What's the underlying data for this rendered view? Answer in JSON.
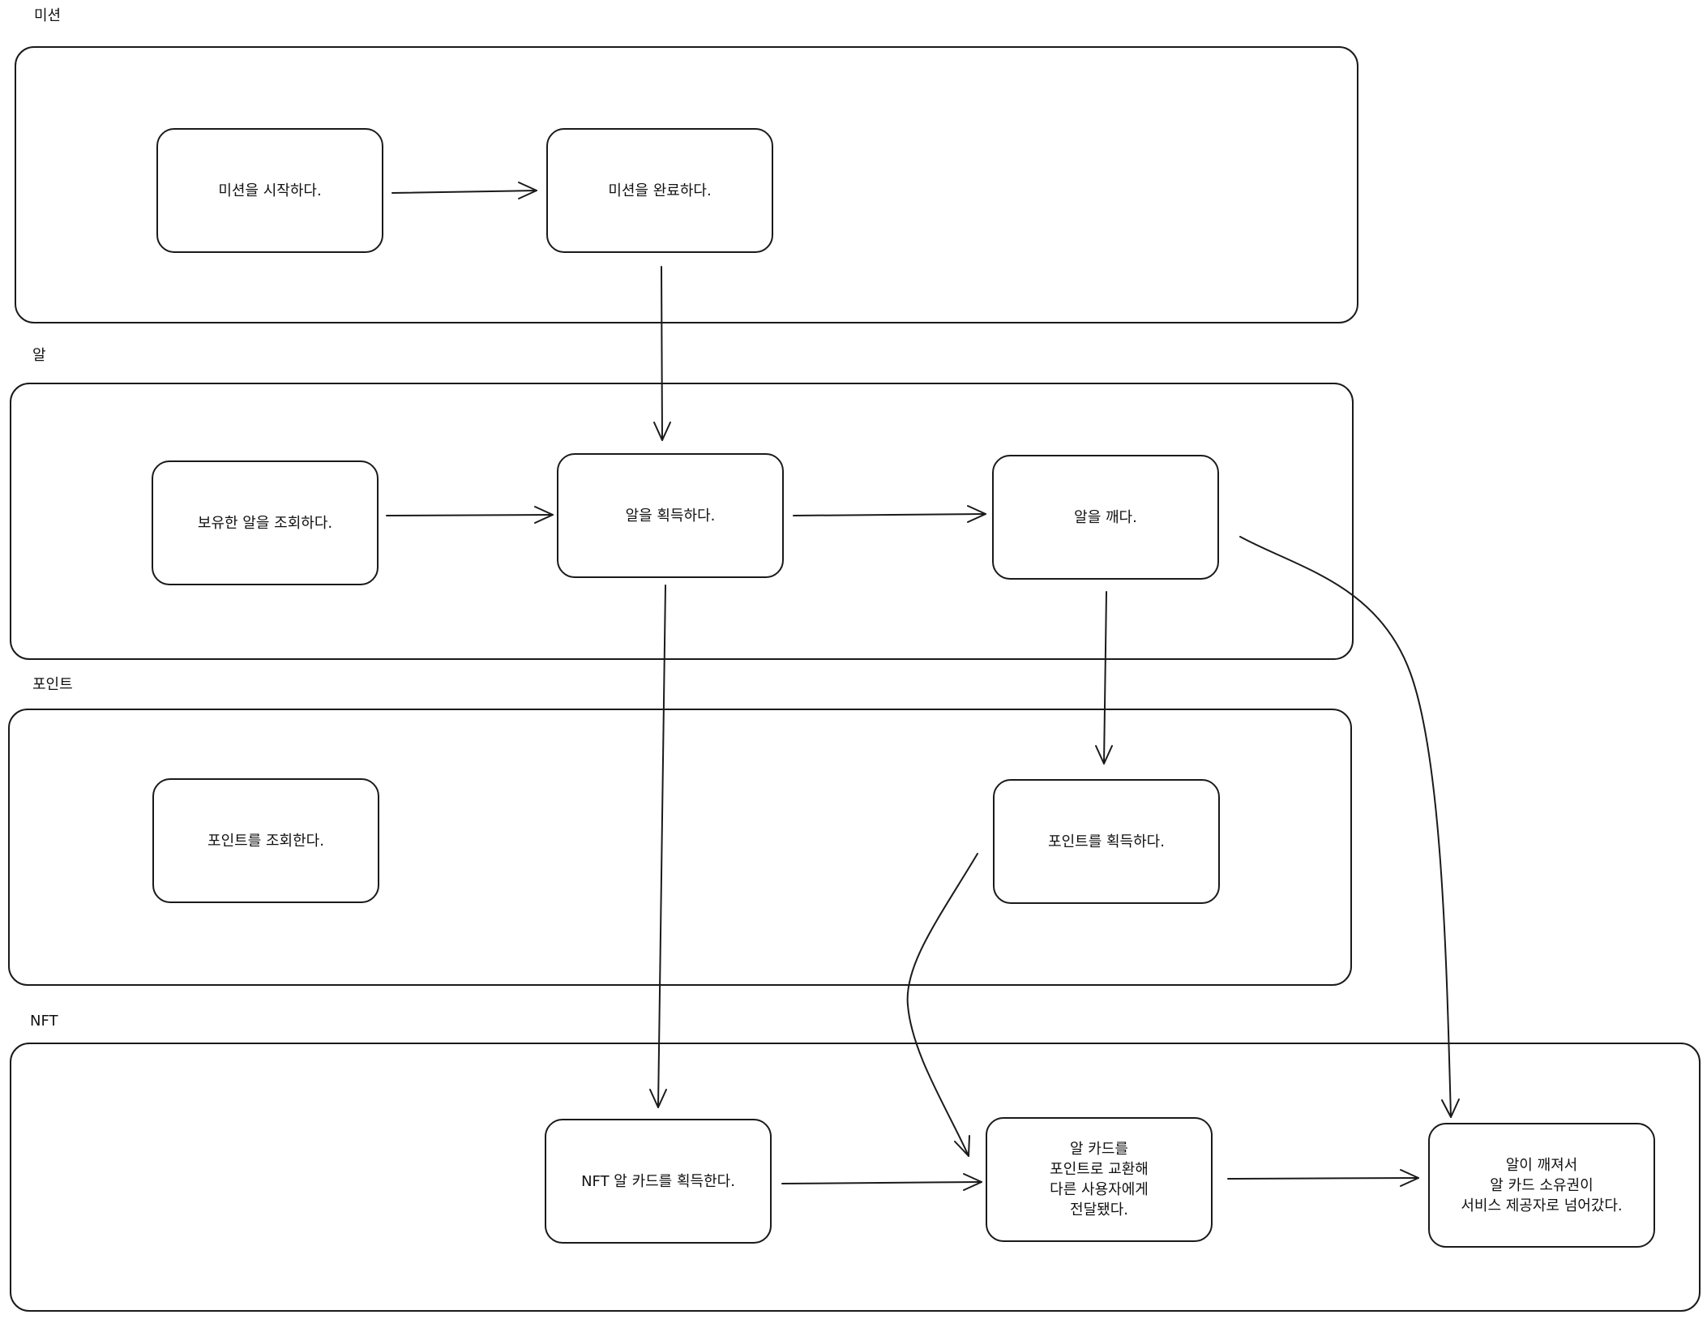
{
  "lanes": {
    "mission": {
      "label": "미션"
    },
    "egg": {
      "label": "알"
    },
    "point": {
      "label": "포인트"
    },
    "nft": {
      "label": "NFT"
    }
  },
  "nodes": {
    "start_mission": "미션을 시작하다.",
    "complete_mission": "미션을 완료하다.",
    "view_eggs": "보유한 알을 조회하다.",
    "acquire_egg": "알을 획득하다.",
    "hatch_egg": "알을 깨다.",
    "view_points": "포인트를 조회한다.",
    "acquire_points": "포인트를 획득하다.",
    "acquire_nft_card": "NFT 알 카드를 획득한다.",
    "card_transferred": "알 카드를\n포인트로 교환해\n다른 사용자에게\n전달됐다.",
    "ownership_to_provider": "알이 깨져서\n알 카드 소유권이\n서비스 제공자로 넘어갔다."
  }
}
